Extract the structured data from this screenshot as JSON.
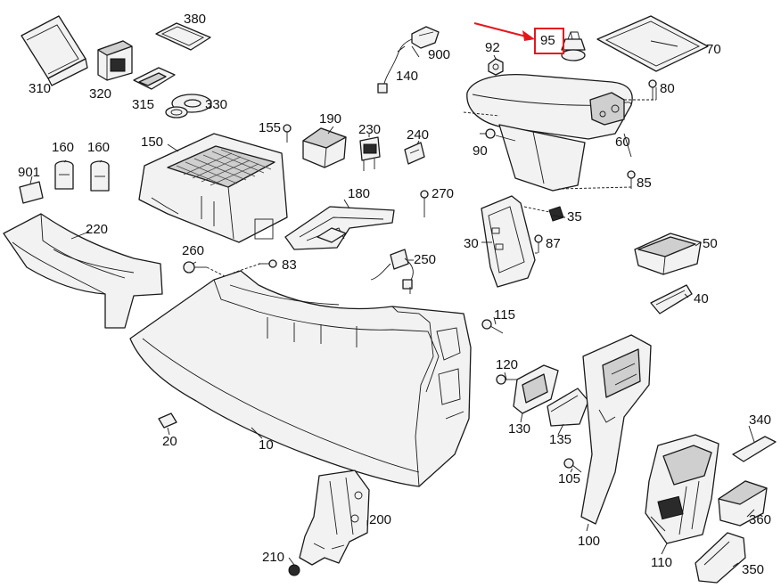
{
  "diagram": {
    "highlight_color": "#e4181b",
    "highlighted_part": "95",
    "labels": {
      "p310": "310",
      "p320": "320",
      "p315": "315",
      "p330": "330",
      "p380": "380",
      "p900": "900",
      "p140": "140",
      "p92": "92",
      "p95": "95",
      "p70": "70",
      "p80": "80",
      "p60": "60",
      "p90": "90",
      "p85": "85",
      "p155": "155",
      "p190": "190",
      "p230": "230",
      "p240": "240",
      "p270": "270",
      "p180": "180",
      "p160a": "160",
      "p160b": "160",
      "p150": "150",
      "p901": "901",
      "p220": "220",
      "p260": "260",
      "p83": "83",
      "p250": "250",
      "p35": "35",
      "p30": "30",
      "p87": "87",
      "p50": "50",
      "p40": "40",
      "p115": "115",
      "p120": "120",
      "p130": "130",
      "p135": "135",
      "p105": "105",
      "p340": "340",
      "p360": "360",
      "p350": "350",
      "p100": "100",
      "p110": "110",
      "p20": "20",
      "p10": "10",
      "p200": "200",
      "p210": "210"
    }
  }
}
